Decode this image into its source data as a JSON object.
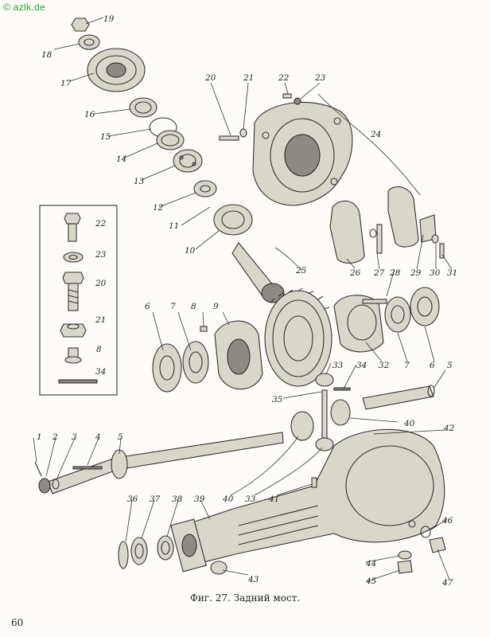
{
  "watermark": "© azlk.de",
  "caption": "Фиг. 27. Задний мост.",
  "page_number": "60",
  "part_labels": [
    "1",
    "2",
    "3",
    "4",
    "5",
    "5",
    "6",
    "6",
    "7",
    "7",
    "8",
    "8",
    "9",
    "10",
    "11",
    "12",
    "13",
    "14",
    "15",
    "16",
    "17",
    "18",
    "19",
    "20",
    "20",
    "21",
    "21",
    "22",
    "22",
    "23",
    "23",
    "24",
    "25",
    "26",
    "27",
    "28",
    "29",
    "30",
    "31",
    "32",
    "33",
    "33",
    "34",
    "34",
    "35",
    "36",
    "37",
    "38",
    "39",
    "40",
    "40",
    "41",
    "42",
    "43",
    "44",
    "45",
    "46",
    "47"
  ]
}
